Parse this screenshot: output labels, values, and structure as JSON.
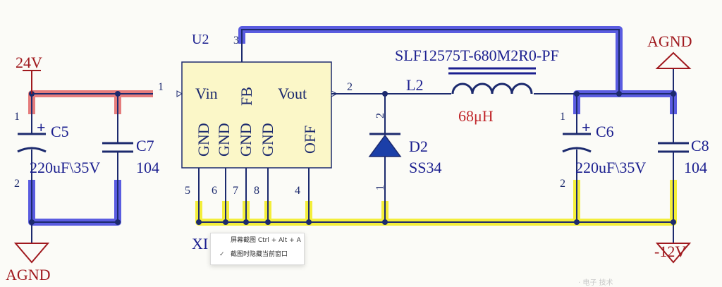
{
  "colors": {
    "wire": "#1c2a6e",
    "blue_hl": "#5a5ce0",
    "red_hl": "#e57c7c",
    "yellow_hl": "#f3ee3a",
    "ic_fill": "#fbf7c8",
    "label_blue": "#1b1f8f",
    "label_red": "#a0191e",
    "junction": "#1c2a6e"
  },
  "ic": {
    "ref": "U2",
    "vin": "Vin",
    "fb": "FB",
    "vout": "Vout",
    "gnd": "GND",
    "off": "OFF",
    "pins": {
      "p1": "1",
      "p2": "2",
      "p3": "3",
      "p4": "4",
      "p5": "5",
      "p6": "6",
      "p7": "7",
      "p8": "8"
    }
  },
  "power": {
    "input": "24V",
    "agnd_left": "AGND",
    "agnd_right": "AGND",
    "neg12": "-12V"
  },
  "c5": {
    "ref": "C5",
    "value": "220uF\\35V",
    "plus": "+",
    "pin1": "1",
    "pin2": "2"
  },
  "c7": {
    "ref": "C7",
    "value": "104"
  },
  "c6": {
    "ref": "C6",
    "value": "220uF\\35V",
    "plus": "+",
    "pin1": "1",
    "pin2": "2"
  },
  "c8": {
    "ref": "C8",
    "value": "104"
  },
  "l2": {
    "ref": "L2",
    "part": "SLF12575T-680M2R0-PF",
    "value": "68μH"
  },
  "d2": {
    "ref": "D2",
    "part": "SS34",
    "pin1": "1",
    "pin2": "2"
  },
  "net_xi": "XI",
  "context_menu": {
    "items": [
      {
        "label": "屏幕截图 Ctrl + Alt + A",
        "checked": false
      },
      {
        "label": "截图时隐藏当前窗口",
        "checked": true
      }
    ]
  },
  "watermark": "· 电子 技术"
}
